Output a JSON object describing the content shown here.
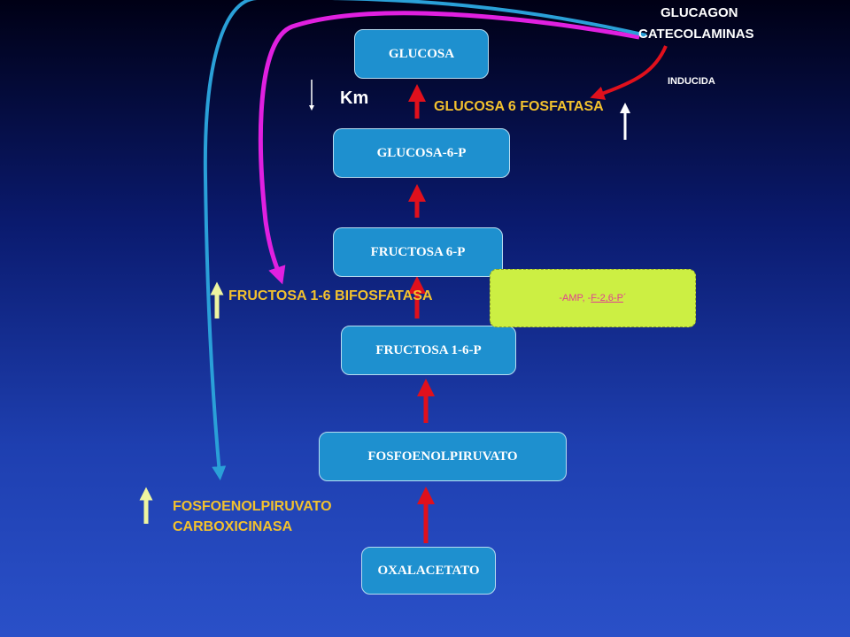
{
  "nodes": {
    "glucosa": "GLUCOSA",
    "glucosa_6p": "GLUCOSA-6-P",
    "fructosa_6p": "FRUCTOSA 6-P",
    "fructosa_16p": "FRUCTOSA 1-6-P",
    "fosfoenolpiruvato": "FOSFOENOLPIRUVATO",
    "oxalacetato": "OXALACETATO"
  },
  "enzymes": {
    "glucosa_6_fosfatasa": "GLUCOSA 6 FOSFATASA",
    "fructosa_bifosfatasa": "FRUCTOSA 1-6 BIFOSFATASA",
    "pepck_line1": "FOSFOENOLPIRUVATO",
    "pepck_line2": "CARBOXICINASA"
  },
  "labels": {
    "km": "Km",
    "glucagon": "GLUCAGON",
    "catecolaminas": "CATECOLAMINAS",
    "inducida": "INDUCIDA"
  },
  "inhibitors": {
    "prefix": "-AMP, -",
    "f26p": "F-2,6-P",
    "suffix": "´"
  },
  "colors": {
    "background_top": "#000015",
    "background_bottom": "#2a50c8",
    "node_fill": "#1e90cf",
    "enzyme_text": "#f2c12e",
    "pathway_arrow": "#e0101c",
    "hormone_arrow_magenta": "#e020e0",
    "hormone_arrow_cyan": "#2aa0d8",
    "inhibitor_box": "#ccef43",
    "inhibitor_text": "#e04090",
    "up_arrow_pale": "#eef5a0"
  }
}
